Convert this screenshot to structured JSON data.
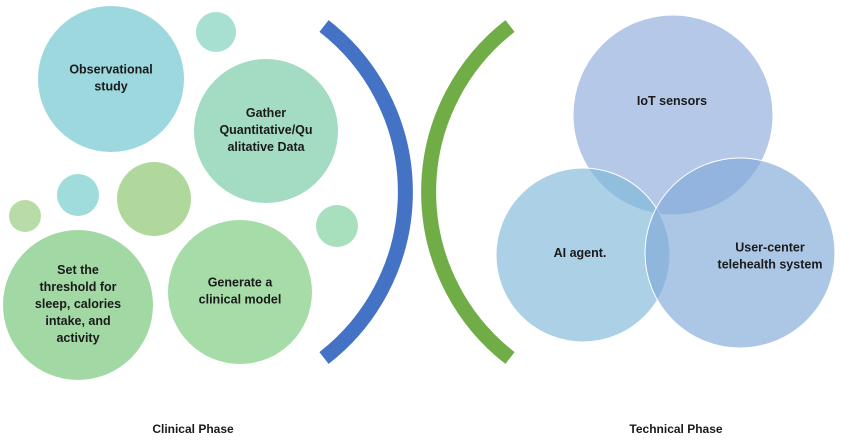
{
  "clinical_phase": {
    "label": "Clinical Phase",
    "steps": [
      {
        "id": "observational",
        "lines": [
          "Observational",
          "study"
        ],
        "color": "#9ed8df"
      },
      {
        "id": "gather",
        "lines": [
          "Gather",
          "Quantitative/Qu",
          "alitative Data"
        ],
        "color": "#a3dcc2"
      },
      {
        "id": "threshold",
        "lines": [
          "Set the",
          "threshold for",
          "sleep, calories",
          "intake, and",
          "activity"
        ],
        "color": "#a2d8a4"
      },
      {
        "id": "generate",
        "lines": [
          "Generate a",
          "clinical model"
        ],
        "color": "#a5dca8"
      }
    ],
    "decor_colors": [
      "#a7e0d0",
      "#a0dcdc",
      "#b1d89c",
      "#b7dca7",
      "#a8e0be"
    ]
  },
  "divider": {
    "left_color": "#4472c4",
    "right_color": "#70ad47"
  },
  "technical_phase": {
    "label": "Technical Phase",
    "circles": [
      {
        "id": "iot",
        "text": "IoT sensors",
        "color": "#8faadc"
      },
      {
        "id": "ai",
        "text": "AI agent.",
        "color": "#7fb8d8"
      },
      {
        "id": "telehealth",
        "lines": [
          "User-center",
          "telehealth system"
        ],
        "color": "#7fa9d8"
      }
    ]
  }
}
